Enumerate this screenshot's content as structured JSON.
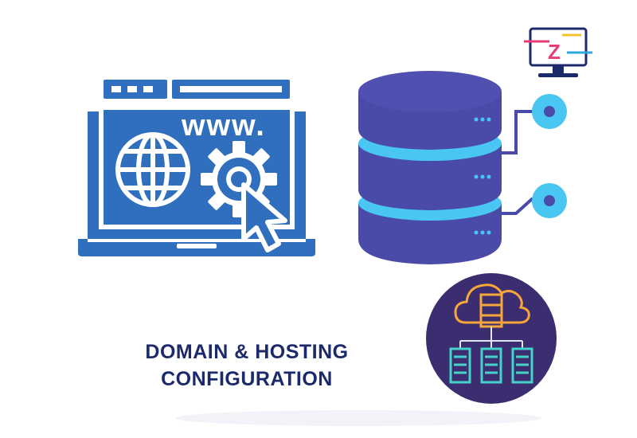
{
  "illustration": {
    "www_label": "www.",
    "logo_letter": "Z"
  },
  "caption": {
    "line1": "DOMAIN & HOSTING",
    "line2": "CONFIGURATION"
  },
  "colors": {
    "laptop_blue": "#2f6fbe",
    "db_purple": "#4a4aa8",
    "db_cyan": "#49c6f2",
    "cloud_circle": "#3b2d70",
    "cloud_orange": "#f7a63a",
    "cloud_teal": "#45d2c9",
    "caption_text": "#1c2a6b"
  }
}
